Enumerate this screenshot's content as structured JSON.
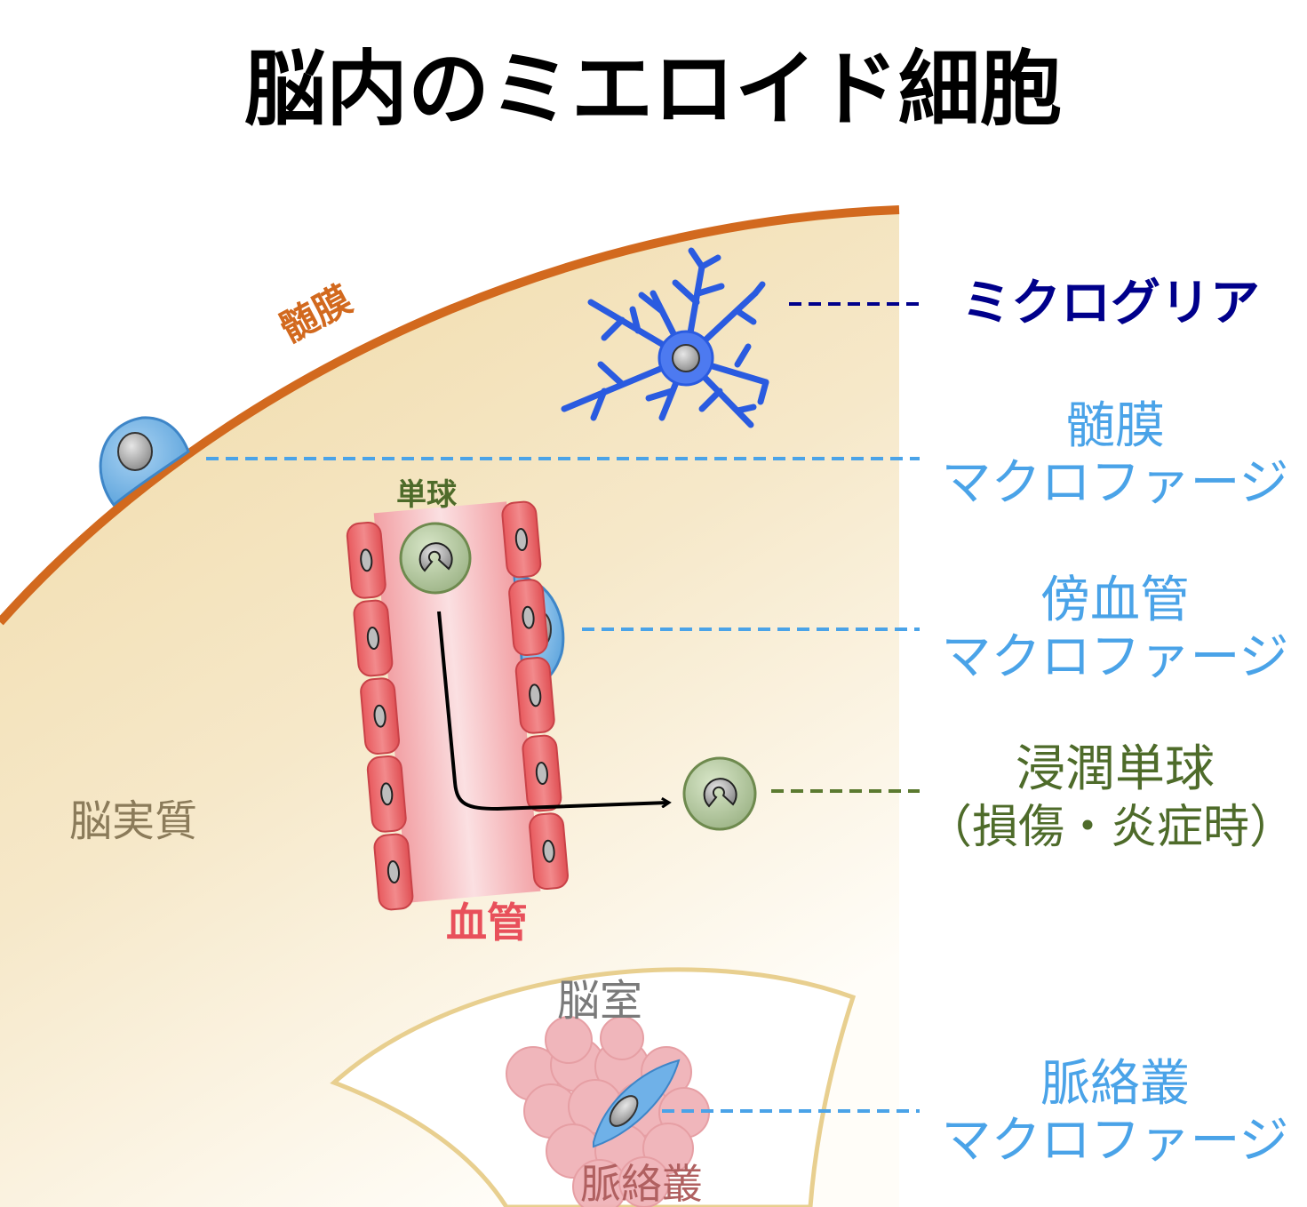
{
  "title": "脳内のミエロイド細胞",
  "labels": {
    "meninges": "髄膜",
    "parenchyma": "脳実質",
    "monocyte": "単球",
    "vessel": "血管",
    "ventricle": "脳室",
    "choroid_plexus": "脈絡叢"
  },
  "legend": {
    "microglia": "ミクログリア",
    "meningeal_line1": "髄膜",
    "meningeal_line2": "マクロファージ",
    "perivascular_line1": "傍血管",
    "perivascular_line2": "マクロファージ",
    "infiltrating_line1": "浸潤単球",
    "infiltrating_line2": "（損傷・炎症時）",
    "choroid_line1": "脈絡叢",
    "choroid_line2": "マクロファージ"
  },
  "colors": {
    "title": "#000000",
    "meninges": "#D2691E",
    "microglia_label": "#00008B",
    "macrophage": "#4AA3E8",
    "monocyte": "#4E6B2A",
    "vessel": "#E8505B",
    "parenchyma_label": "#8B7B5A",
    "ventricle_label": "#7A7A7A",
    "choroid_label": "#B06060"
  }
}
